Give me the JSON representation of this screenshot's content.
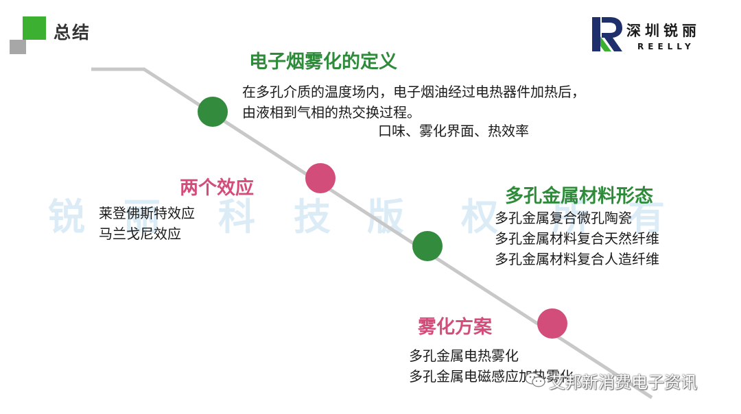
{
  "header": {
    "title": "总结"
  },
  "logo": {
    "name_cn": "深圳锐丽",
    "name_en": "REELLY"
  },
  "watermark": [
    "锐",
    "丽",
    "科",
    "技",
    "版",
    "权",
    "所",
    "有"
  ],
  "sections": {
    "definition": {
      "heading": "电子烟雾化的定义",
      "lines": [
        "在多孔介质的温度场内，电子烟油经过电热器件加热后，",
        "由液相到气相的热交换过程。"
      ],
      "keywords": "口味、雾化界面、热效率"
    },
    "effects": {
      "heading": "两个效应",
      "lines": [
        "莱登佛斯特效应",
        "马兰戈尼效应"
      ]
    },
    "forms": {
      "heading": "多孔金属材料形态",
      "lines": [
        "多孔金属复合微孔陶瓷",
        "多孔金属材料复合天然纤维",
        "多孔金属材料复合人造纤维"
      ]
    },
    "solutions": {
      "heading": "雾化方案",
      "lines": [
        "多孔金属电热雾化",
        "多孔金属电磁感应加热雾化"
      ]
    }
  },
  "footer": {
    "source": "艾邦新消费电子资讯",
    "icon": "wechat-icon"
  },
  "colors": {
    "accent_green": "#3cb131",
    "heading_green": "#2e8b3a",
    "pink": "#d34d7b",
    "logo_navy": "#1f2f6b"
  }
}
